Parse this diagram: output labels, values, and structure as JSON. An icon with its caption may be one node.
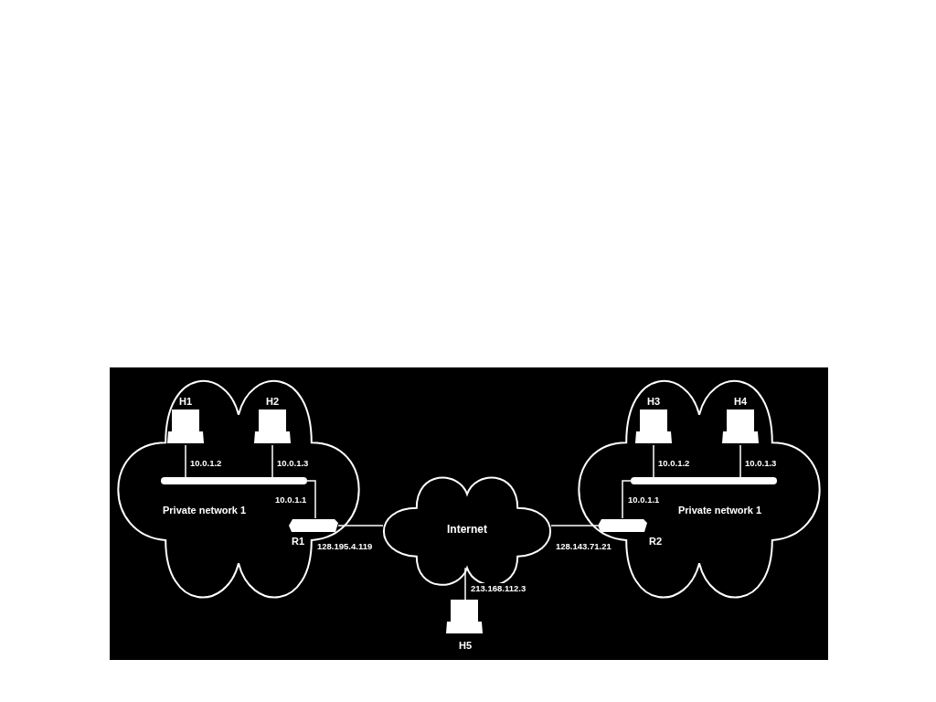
{
  "diagram": {
    "nodes": [
      {
        "text": [
          "Private network 1"
        ]
      },
      {
        "text": [
          "H1"
        ],
        "in": 0
      },
      {
        "text": [
          "H2"
        ],
        "in": 0
      },
      {
        "text": [],
        "shape": "bar",
        "in": 0
      },
      {
        "text": [
          "R1"
        ],
        "in": 0
      },
      {
        "text": [
          "Internet"
        ]
      },
      {
        "text": [
          "Private network 1"
        ]
      },
      {
        "text": [
          "H3"
        ],
        "in": 6
      },
      {
        "text": [
          "H4"
        ],
        "in": 6
      },
      {
        "text": [],
        "shape": "bar",
        "in": 6
      },
      {
        "text": [
          "R2"
        ],
        "in": 6
      },
      {
        "text": [
          "H5"
        ]
      }
    ],
    "edges": [
      {
        "from": 1,
        "to": 3,
        "arrow": "none",
        "label": "10.0.1.2"
      },
      {
        "from": 2,
        "to": 3,
        "arrow": "none",
        "label": "10.0.1.3"
      },
      {
        "from": 3,
        "to": 4,
        "arrow": "none",
        "label": "10.0.1.1"
      },
      {
        "from": 4,
        "to": 5,
        "arrow": "none",
        "label": "128.195.4.119"
      },
      {
        "from": 5,
        "to": 10,
        "arrow": "none",
        "label": "128.143.71.21"
      },
      {
        "from": 9,
        "to": 10,
        "arrow": "none",
        "label": "10.0.1.1"
      },
      {
        "from": 7,
        "to": 9,
        "arrow": "none",
        "label": "10.0.1.2"
      },
      {
        "from": 8,
        "to": 9,
        "arrow": "none",
        "label": "10.0.1.3"
      },
      {
        "from": 5,
        "to": 11,
        "arrow": "none",
        "label": "213.168.112.3"
      }
    ]
  }
}
